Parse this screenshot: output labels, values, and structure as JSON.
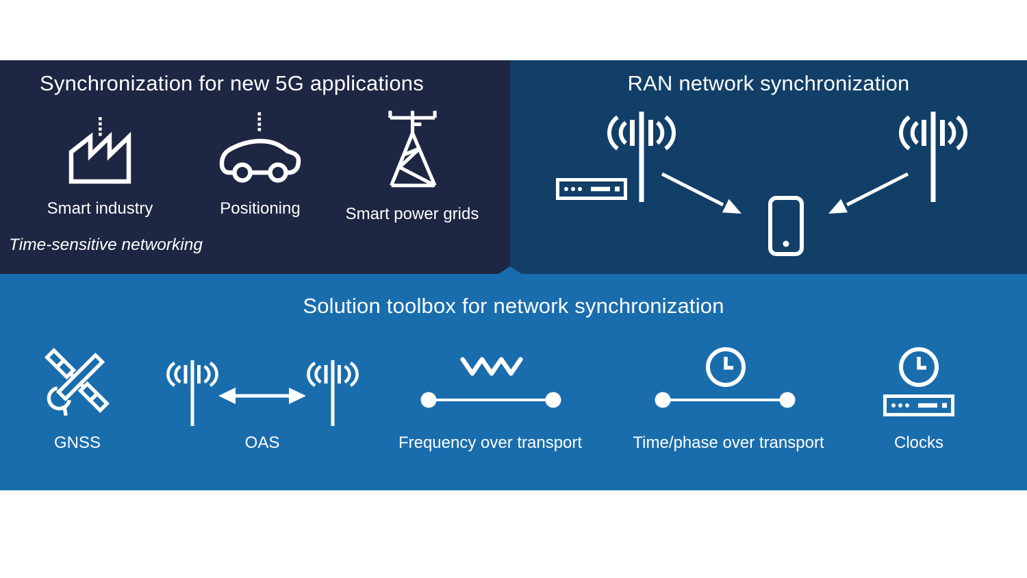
{
  "colors": {
    "background": "#ffffff",
    "panel_apps": "#1d2642",
    "panel_ran": "#123f68",
    "panel_toolbox": "#1a6dad",
    "foreground": "#ffffff"
  },
  "apps_panel": {
    "title": "Synchronization for new 5G applications",
    "footnote": "Time-sensitive networking",
    "items": [
      {
        "label": "Smart industry",
        "icon": "factory-icon"
      },
      {
        "label": "Positioning",
        "icon": "car-icon"
      },
      {
        "label": "Smart power grids",
        "icon": "power-tower-icon"
      }
    ]
  },
  "ran_panel": {
    "title": "RAN network synchronization",
    "icons": [
      "radio-base-station-icon",
      "router-icon",
      "arrow-icon",
      "mobile-phone-icon",
      "arrow-icon",
      "radio-base-station-icon"
    ]
  },
  "toolbox_panel": {
    "title": "Solution toolbox for network synchronization",
    "items": [
      {
        "label": "GNSS",
        "icon": "satellite-icon"
      },
      {
        "label": "OAS",
        "icon": "antenna-pair-arrow-icon"
      },
      {
        "label": "Frequency over transport",
        "icon": "wave-over-link-icon"
      },
      {
        "label": "Time/phase over transport",
        "icon": "clock-over-link-icon"
      },
      {
        "label": "Clocks",
        "icon": "clock-over-router-icon"
      }
    ]
  }
}
